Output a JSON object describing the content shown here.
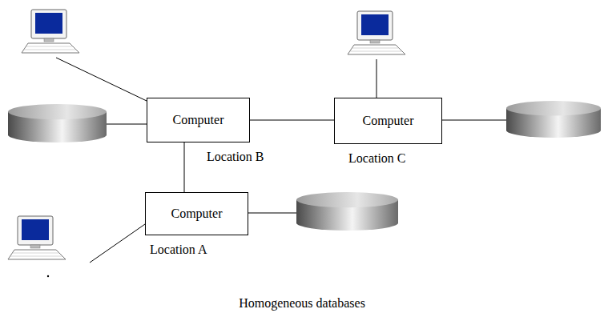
{
  "diagram": {
    "caption": "Homogeneous databases",
    "nodes": [
      {
        "text": [
          "Computer",
          "Location B"
        ]
      },
      {
        "text": [
          "Computer",
          "Location C"
        ]
      },
      {
        "text": [
          "Computer",
          "Location A"
        ]
      }
    ],
    "edges": [
      {
        "from": 0,
        "to": 1,
        "arrow": "none"
      },
      {
        "from": 0,
        "to": 2,
        "arrow": "none"
      }
    ]
  }
}
